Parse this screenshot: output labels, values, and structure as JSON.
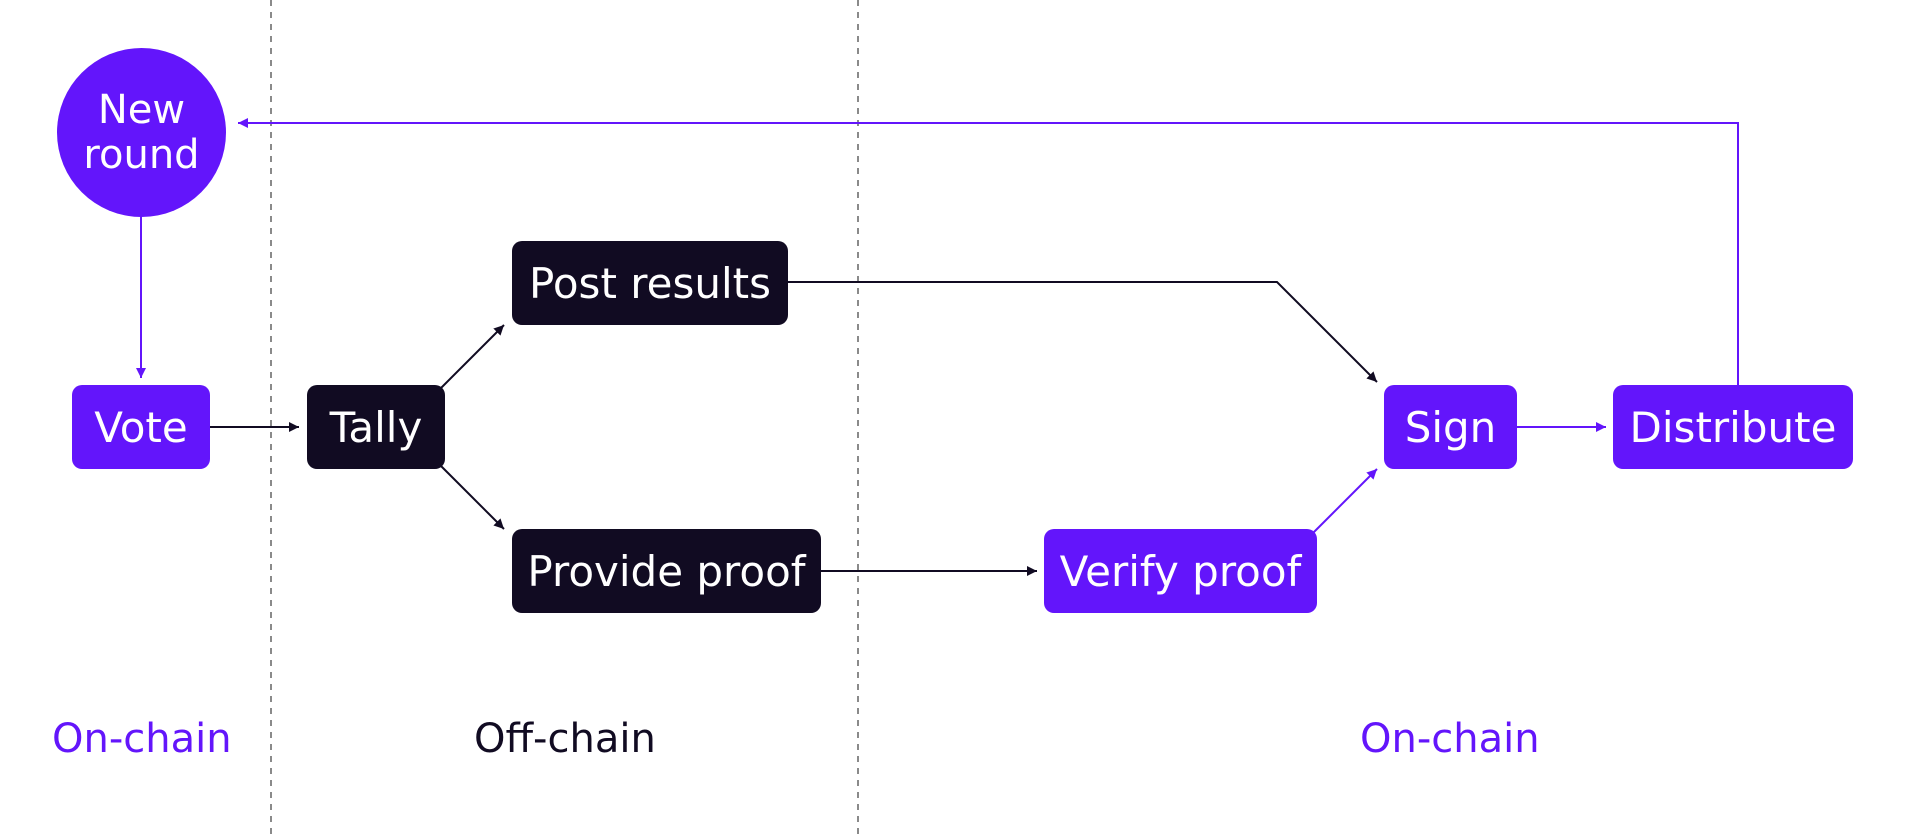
{
  "colors": {
    "purple": "#6315fb",
    "dark": "#110b22",
    "divider": "#8a8a8a"
  },
  "nodes": {
    "new_round": "New\nround",
    "vote": "Vote",
    "tally": "Tally",
    "post_results": "Post results",
    "provide_proof": "Provide proof",
    "verify_proof": "Verify proof",
    "sign": "Sign",
    "distribute": "Distribute"
  },
  "zones": {
    "left": "On-chain",
    "middle": "Off-chain",
    "right": "On-chain"
  }
}
